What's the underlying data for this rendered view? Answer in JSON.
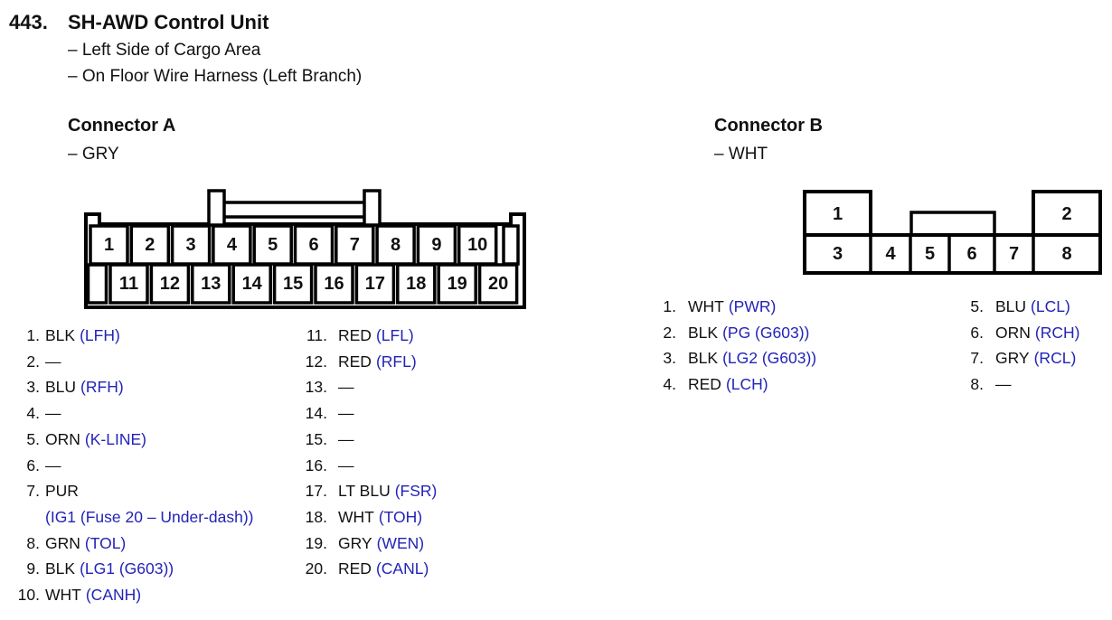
{
  "page": {
    "number": "443.",
    "title": "SH-AWD Control Unit",
    "subtitle1": "– Left Side of Cargo Area",
    "subtitle2": "– On Floor Wire Harness (Left Branch)"
  },
  "colors": {
    "signal_blue": "#2323b8",
    "text_black": "#111111",
    "background": "#ffffff"
  },
  "connector_a": {
    "title": "Connector A",
    "housing_color": "– GRY",
    "top_row": [
      "1",
      "2",
      "3",
      "4",
      "5",
      "6",
      "7",
      "8",
      "9",
      "10"
    ],
    "bottom_row": [
      "11",
      "12",
      "13",
      "14",
      "15",
      "16",
      "17",
      "18",
      "19",
      "20"
    ],
    "pins_col1": [
      {
        "num": "1.",
        "wire": "BLK",
        "signal": "(LFH)"
      },
      {
        "num": "2.",
        "wire": "—",
        "signal": ""
      },
      {
        "num": "3.",
        "wire": "BLU",
        "signal": "(RFH)"
      },
      {
        "num": "4.",
        "wire": "—",
        "signal": ""
      },
      {
        "num": "5.",
        "wire": "ORN",
        "signal": "(K-LINE)"
      },
      {
        "num": "6.",
        "wire": "—",
        "signal": ""
      },
      {
        "num": "7.",
        "wire": "PUR",
        "signal": "",
        "signal2": "(IG1 (Fuse 20 – Under-dash))"
      },
      {
        "num": "8.",
        "wire": "GRN",
        "signal": "(TOL)"
      },
      {
        "num": "9.",
        "wire": "BLK",
        "signal": "(LG1 (G603))"
      },
      {
        "num": "10.",
        "wire": "WHT",
        "signal": "(CANH)"
      }
    ],
    "pins_col2": [
      {
        "num": "11.",
        "wire": "RED",
        "signal": "(LFL)"
      },
      {
        "num": "12.",
        "wire": "RED",
        "signal": "(RFL)"
      },
      {
        "num": "13.",
        "wire": "—",
        "signal": ""
      },
      {
        "num": "14.",
        "wire": "—",
        "signal": ""
      },
      {
        "num": "15.",
        "wire": "—",
        "signal": ""
      },
      {
        "num": "16.",
        "wire": "—",
        "signal": ""
      },
      {
        "num": "17.",
        "wire": "LT BLU",
        "signal": "(FSR)"
      },
      {
        "num": "18.",
        "wire": "WHT",
        "signal": "(TOH)"
      },
      {
        "num": "19.",
        "wire": "GRY",
        "signal": "(WEN)"
      },
      {
        "num": "20.",
        "wire": "RED",
        "signal": "(CANL)"
      }
    ]
  },
  "connector_b": {
    "title": "Connector B",
    "housing_color": "– WHT",
    "top_row": [
      "1",
      "2"
    ],
    "bottom_row": [
      "3",
      "4",
      "5",
      "6",
      "7",
      "8"
    ],
    "pins_col1": [
      {
        "num": "1.",
        "wire": "WHT",
        "signal": "(PWR)"
      },
      {
        "num": "2.",
        "wire": "BLK",
        "signal": "(PG (G603))"
      },
      {
        "num": "3.",
        "wire": "BLK",
        "signal": "(LG2 (G603))"
      },
      {
        "num": "4.",
        "wire": "RED",
        "signal": "(LCH)"
      }
    ],
    "pins_col2": [
      {
        "num": "5.",
        "wire": "BLU",
        "signal": "(LCL)"
      },
      {
        "num": "6.",
        "wire": "ORN",
        "signal": "(RCH)"
      },
      {
        "num": "7.",
        "wire": "GRY",
        "signal": "(RCL)"
      },
      {
        "num": "8.",
        "wire": "—",
        "signal": ""
      }
    ]
  }
}
